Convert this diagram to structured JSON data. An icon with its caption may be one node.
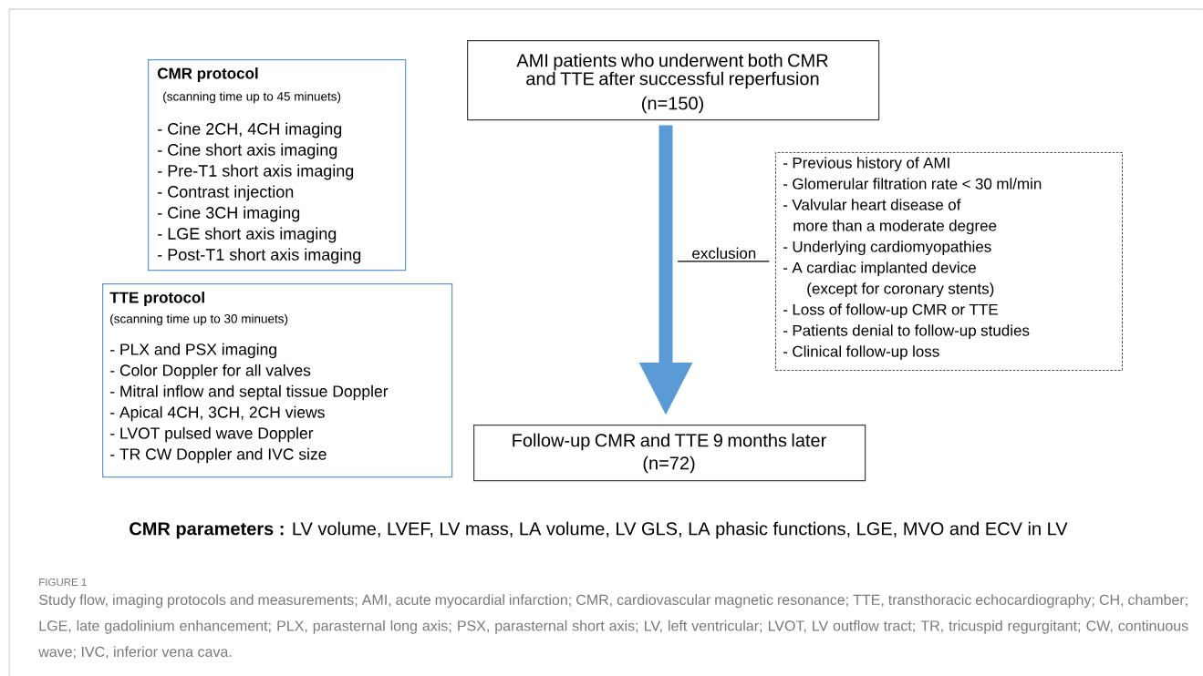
{
  "diagram": {
    "caption": "Study flow, imaging protocols and measurements; AMI, acute myocardial infarction; CMR, cardiovascular magnetic resonance; TTE, transthoracic echocardiography; CH, chamber; LGE, late gadolinium enhancement; PLX, parasternal long axis; PSX, parasternal short axis; LV, left ventricular; LVOT, LV outflow tract; TR, tricuspid regurgitant; CW, continuous wave; IVC, inferior vena cava.",
    "nodes": [
      {
        "text": [
          "CMR protocol",
          "(scanning time up to 45 minuets)",
          "- Cine 2CH, 4CH imaging",
          "- Cine short axis imaging",
          "- Pre-T1 short axis imaging",
          "- Contrast injection",
          "- Cine 3CH imaging",
          "- LGE short axis imaging",
          "- Post-T1 short axis imaging"
        ]
      },
      {
        "text": [
          "TTE protocol",
          "(scanning time up to 30 minuets)",
          "- PLX and PSX imaging",
          "- Color Doppler for all valves",
          "- Mitral inflow and septal tissue Doppler",
          "- Apical 4CH, 3CH, 2CH views",
          "- LVOT pulsed wave Doppler",
          "- TR CW Doppler and IVC size"
        ]
      },
      {
        "text": [
          "AMI patients who underwent both CMR and TTE after successful reperfusion",
          "(n=150)"
        ]
      },
      {
        "text": [
          "- Previous history of AMI",
          "- Glomerular filtration rate < 30 ml/min",
          "- Valvular heart disease of more than a moderate degree",
          "- Underlying cardiomyopathies",
          "- A cardiac implanted device (except for coronary stents)",
          "- Loss of follow-up CMR or TTE",
          "- Patients denial to follow-up studies",
          "- Clinical follow-up loss"
        ]
      },
      {
        "text": [
          "Follow-up CMR and TTE 9 months later",
          "(n=72)"
        ]
      }
    ],
    "edges": [
      {
        "from": 2,
        "to": 4,
        "arrow": "to",
        "style": "thick",
        "color": "#5b9bd5"
      },
      {
        "from": null,
        "to": 3,
        "arrow": "none",
        "label": "exclusion",
        "color": "#000000"
      }
    ],
    "labels": [
      "**CMR parameters :** LV volume, LVEF, LV mass, LA volume, LV GLS, LA phasic functions, LGE, MVO and ECV in LV",
      "FIGURE 1"
    ]
  }
}
